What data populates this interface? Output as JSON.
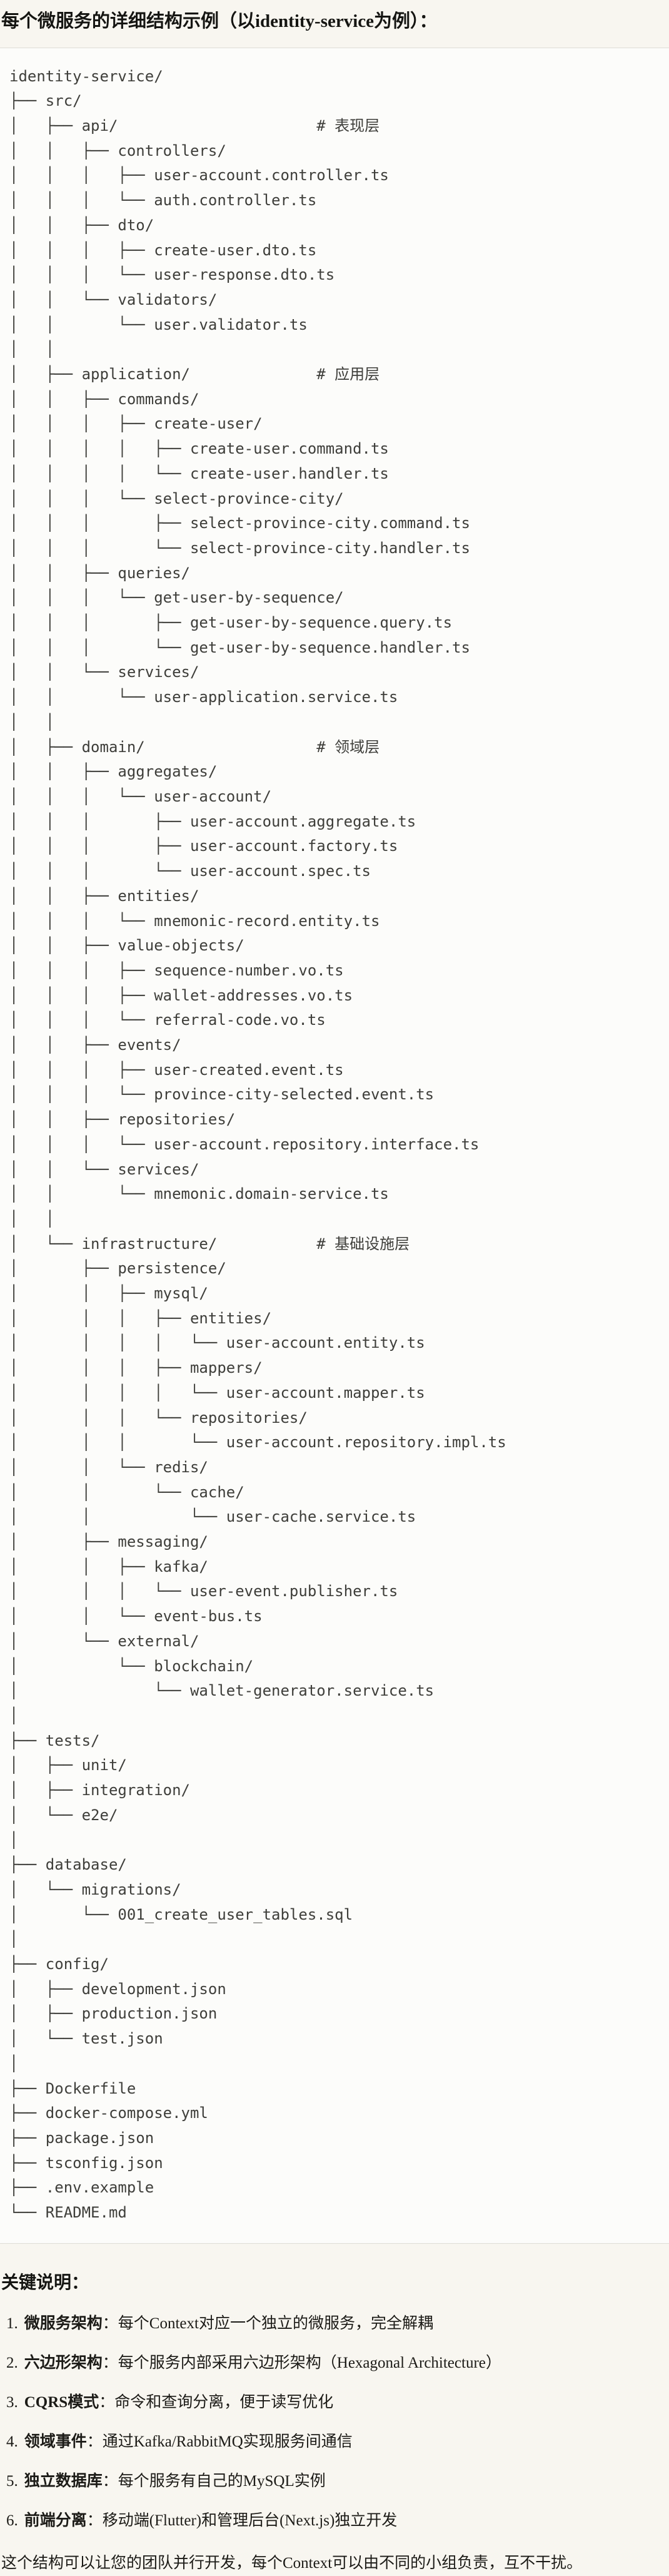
{
  "title": "每个微服务的详细结构示例（以identity-service为例）：",
  "code_block": {
    "tree_lines": [
      "identity-service/",
      "├── src/",
      "│   ├── api/                      # 表现层",
      "│   │   ├── controllers/",
      "│   │   │   ├── user-account.controller.ts",
      "│   │   │   └── auth.controller.ts",
      "│   │   ├── dto/",
      "│   │   │   ├── create-user.dto.ts",
      "│   │   │   └── user-response.dto.ts",
      "│   │   └── validators/",
      "│   │       └── user.validator.ts",
      "│   │",
      "│   ├── application/              # 应用层",
      "│   │   ├── commands/",
      "│   │   │   ├── create-user/",
      "│   │   │   │   ├── create-user.command.ts",
      "│   │   │   │   └── create-user.handler.ts",
      "│   │   │   └── select-province-city/",
      "│   │   │       ├── select-province-city.command.ts",
      "│   │   │       └── select-province-city.handler.ts",
      "│   │   ├── queries/",
      "│   │   │   └── get-user-by-sequence/",
      "│   │   │       ├── get-user-by-sequence.query.ts",
      "│   │   │       └── get-user-by-sequence.handler.ts",
      "│   │   └── services/",
      "│   │       └── user-application.service.ts",
      "│   │",
      "│   ├── domain/                   # 领域层",
      "│   │   ├── aggregates/",
      "│   │   │   └── user-account/",
      "│   │   │       ├── user-account.aggregate.ts",
      "│   │   │       ├── user-account.factory.ts",
      "│   │   │       └── user-account.spec.ts",
      "│   │   ├── entities/",
      "│   │   │   └── mnemonic-record.entity.ts",
      "│   │   ├── value-objects/",
      "│   │   │   ├── sequence-number.vo.ts",
      "│   │   │   ├── wallet-addresses.vo.ts",
      "│   │   │   └── referral-code.vo.ts",
      "│   │   ├── events/",
      "│   │   │   ├── user-created.event.ts",
      "│   │   │   └── province-city-selected.event.ts",
      "│   │   ├── repositories/",
      "│   │   │   └── user-account.repository.interface.ts",
      "│   │   └── services/",
      "│   │       └── mnemonic.domain-service.ts",
      "│   │",
      "│   └── infrastructure/           # 基础设施层",
      "│       ├── persistence/",
      "│       │   ├── mysql/",
      "│       │   │   ├── entities/",
      "│       │   │   │   └── user-account.entity.ts",
      "│       │   │   ├── mappers/",
      "│       │   │   │   └── user-account.mapper.ts",
      "│       │   │   └── repositories/",
      "│       │   │       └── user-account.repository.impl.ts",
      "│       │   └── redis/",
      "│       │       └── cache/",
      "│       │           └── user-cache.service.ts",
      "│       ├── messaging/",
      "│       │   ├── kafka/",
      "│       │   │   └── user-event.publisher.ts",
      "│       │   └── event-bus.ts",
      "│       └── external/",
      "│           └── blockchain/",
      "│               └── wallet-generator.service.ts",
      "│",
      "├── tests/",
      "│   ├── unit/",
      "│   ├── integration/",
      "│   └── e2e/",
      "│",
      "├── database/",
      "│   └── migrations/",
      "│       └── 001_create_user_tables.sql",
      "│",
      "├── config/",
      "│   ├── development.json",
      "│   ├── production.json",
      "│   └── test.json",
      "│",
      "├── Dockerfile",
      "├── docker-compose.yml",
      "├── package.json",
      "├── tsconfig.json",
      "├── .env.example",
      "└── README.md"
    ]
  },
  "notes": {
    "heading": "关键说明：",
    "items": [
      {
        "num": "1.",
        "label": "微服务架构",
        "colon": "：",
        "text": "每个Context对应一个独立的微服务，完全解耦"
      },
      {
        "num": "2.",
        "label": "六边形架构",
        "colon": "：",
        "text": "每个服务内部采用六边形架构（Hexagonal Architecture）"
      },
      {
        "num": "3.",
        "label": "CQRS模式",
        "colon": "：",
        "text": "命令和查询分离，便于读写优化"
      },
      {
        "num": "4.",
        "label": "领域事件",
        "colon": "：",
        "text": "通过Kafka/RabbitMQ实现服务间通信"
      },
      {
        "num": "5.",
        "label": "独立数据库",
        "colon": "：",
        "text": "每个服务有自己的MySQL实例"
      },
      {
        "num": "6.",
        "label": "前端分离",
        "colon": "：",
        "text": "移动端(Flutter)和管理后台(Next.js)独立开发"
      }
    ],
    "closing": "这个结构可以让您的团队并行开发，每个Context可以由不同的小组负责，互不干扰。"
  },
  "colors": {
    "page_bg": "#F8F6F0",
    "code_bg": "#FCFCFA",
    "code_border": "#DFDDD6",
    "code_text": "#3E3E3A",
    "body_text": "#1C1B17"
  }
}
